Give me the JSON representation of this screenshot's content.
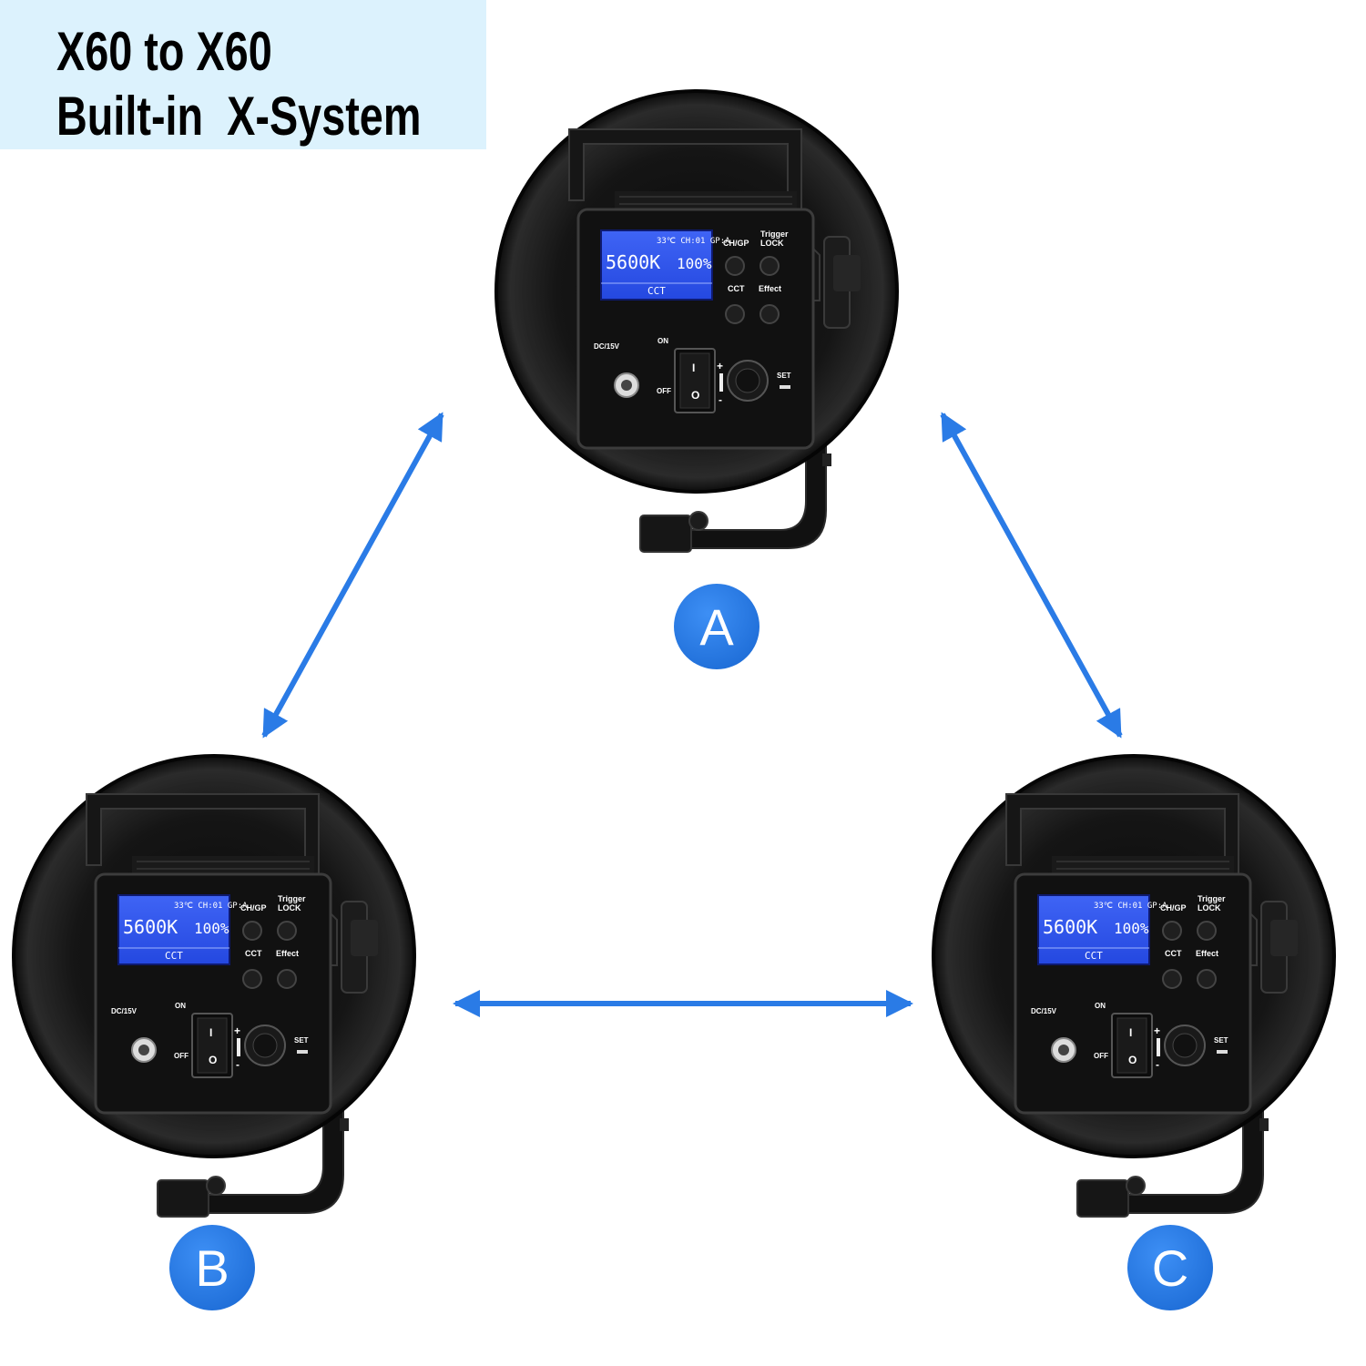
{
  "title": {
    "line1": "X60 to X60",
    "line2": "Built-in  X-System"
  },
  "colors": {
    "title_bg": "#dcf2fd",
    "accent_blue": "#2a7be6",
    "lcd_blue": "#2d55ea"
  },
  "units": [
    {
      "id": "A",
      "badge": "A"
    },
    {
      "id": "B",
      "badge": "B"
    },
    {
      "id": "C",
      "badge": "C"
    }
  ],
  "panel": {
    "lcd_status": "33℃ CH:01 GP:A",
    "lcd_cct": "5600K",
    "lcd_brightness": "100%",
    "lcd_mode": "CCT",
    "btn_ch_gp": "CH/GP",
    "btn_trigger": "Trigger",
    "btn_lock": "LOCK",
    "btn_cct": "CCT",
    "btn_effect": "Effect",
    "power_in": "DC/15V",
    "switch_on": "ON",
    "switch_off": "OFF",
    "switch_i": "I",
    "switch_o": "O",
    "plus": "+",
    "minus": "-",
    "set": "SET"
  },
  "arrows": [
    {
      "from": "A",
      "to": "B"
    },
    {
      "from": "A",
      "to": "C"
    },
    {
      "from": "B",
      "to": "C"
    }
  ],
  "icons": [
    "double-arrow-icon",
    "power-switch-icon",
    "knob-icon",
    "dc-jack-icon"
  ]
}
